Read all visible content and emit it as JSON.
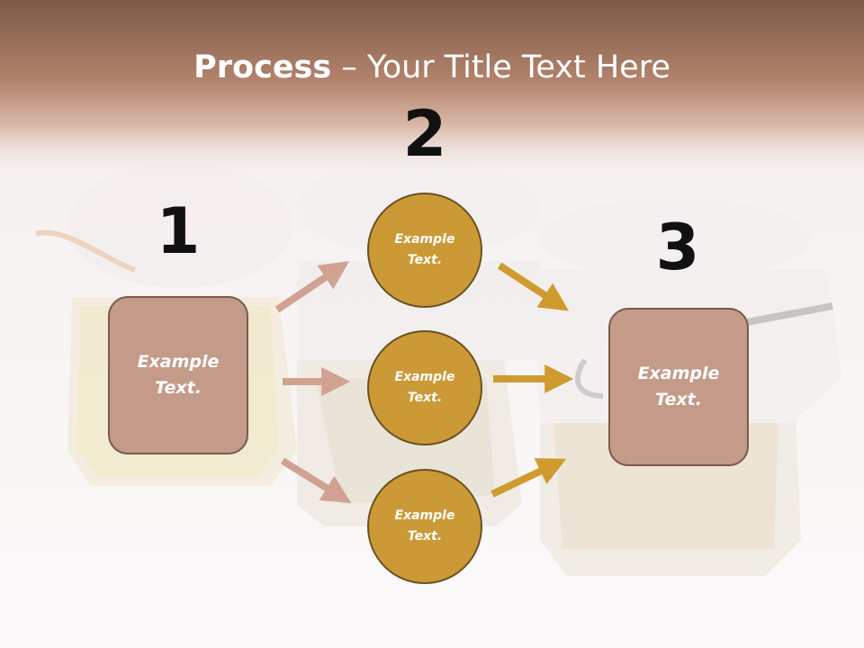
{
  "title": {
    "bold": "Process",
    "rest": " – Your Title Text Here"
  },
  "steps": [
    {
      "number": "1",
      "text": "Example\nText."
    },
    {
      "number": "2",
      "items": [
        "Example\nText.",
        "Example\nText.",
        "Example\nText."
      ]
    },
    {
      "number": "3",
      "text": "Example\nText."
    }
  ],
  "colors": {
    "header": "#9a6a55",
    "box_fill": "#c49a88",
    "box_border": "#7a5a4c",
    "circle_fill": "#cb9a36",
    "circle_border": "#6b5020",
    "arrow_left": "#d1a291",
    "arrow_right": "#cf9b2f"
  }
}
